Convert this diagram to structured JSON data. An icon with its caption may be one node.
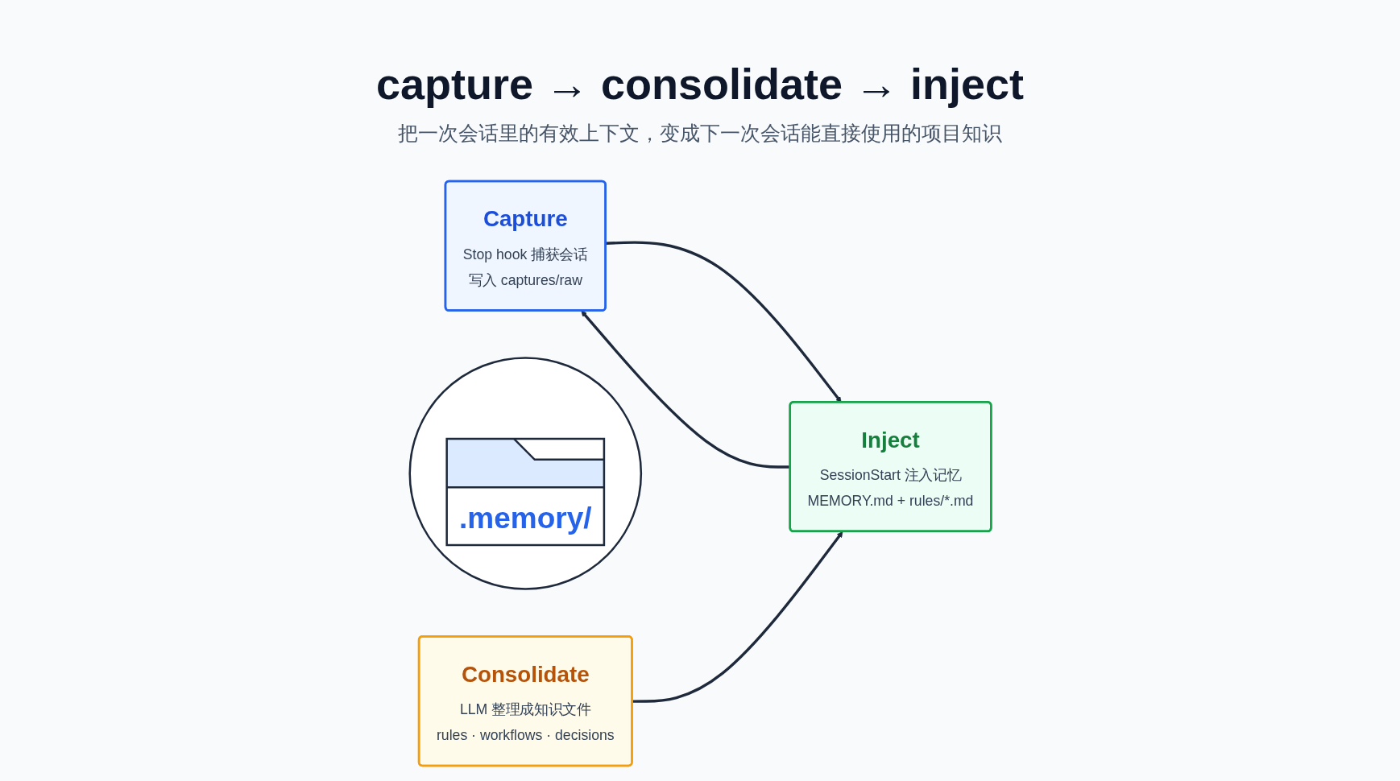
{
  "diagram": {
    "title": "capture → consolidate → inject",
    "nodes": [
      {
        "text": [
          "Capture",
          "Stop hook 捕获会话",
          "写入 captures/raw"
        ]
      },
      {
        "text": [
          ".memory/"
        ]
      },
      {
        "text": [
          "Inject",
          "SessionStart 注入记忆",
          "MEMORY.md + rules/*.md"
        ]
      },
      {
        "text": [
          "Consolidate",
          "LLM 整理成知识文件",
          "rules · workflows · decisions"
        ]
      }
    ],
    "edges": [
      {
        "from": 0,
        "to": 2,
        "arrow": "to"
      },
      {
        "from": 2,
        "to": 0,
        "arrow": "to"
      },
      {
        "from": 3,
        "to": 2,
        "arrow": "to"
      }
    ],
    "labels": [
      "把一次会话里的有效上下文，变成下一次会话能直接使用的项目知识"
    ]
  }
}
